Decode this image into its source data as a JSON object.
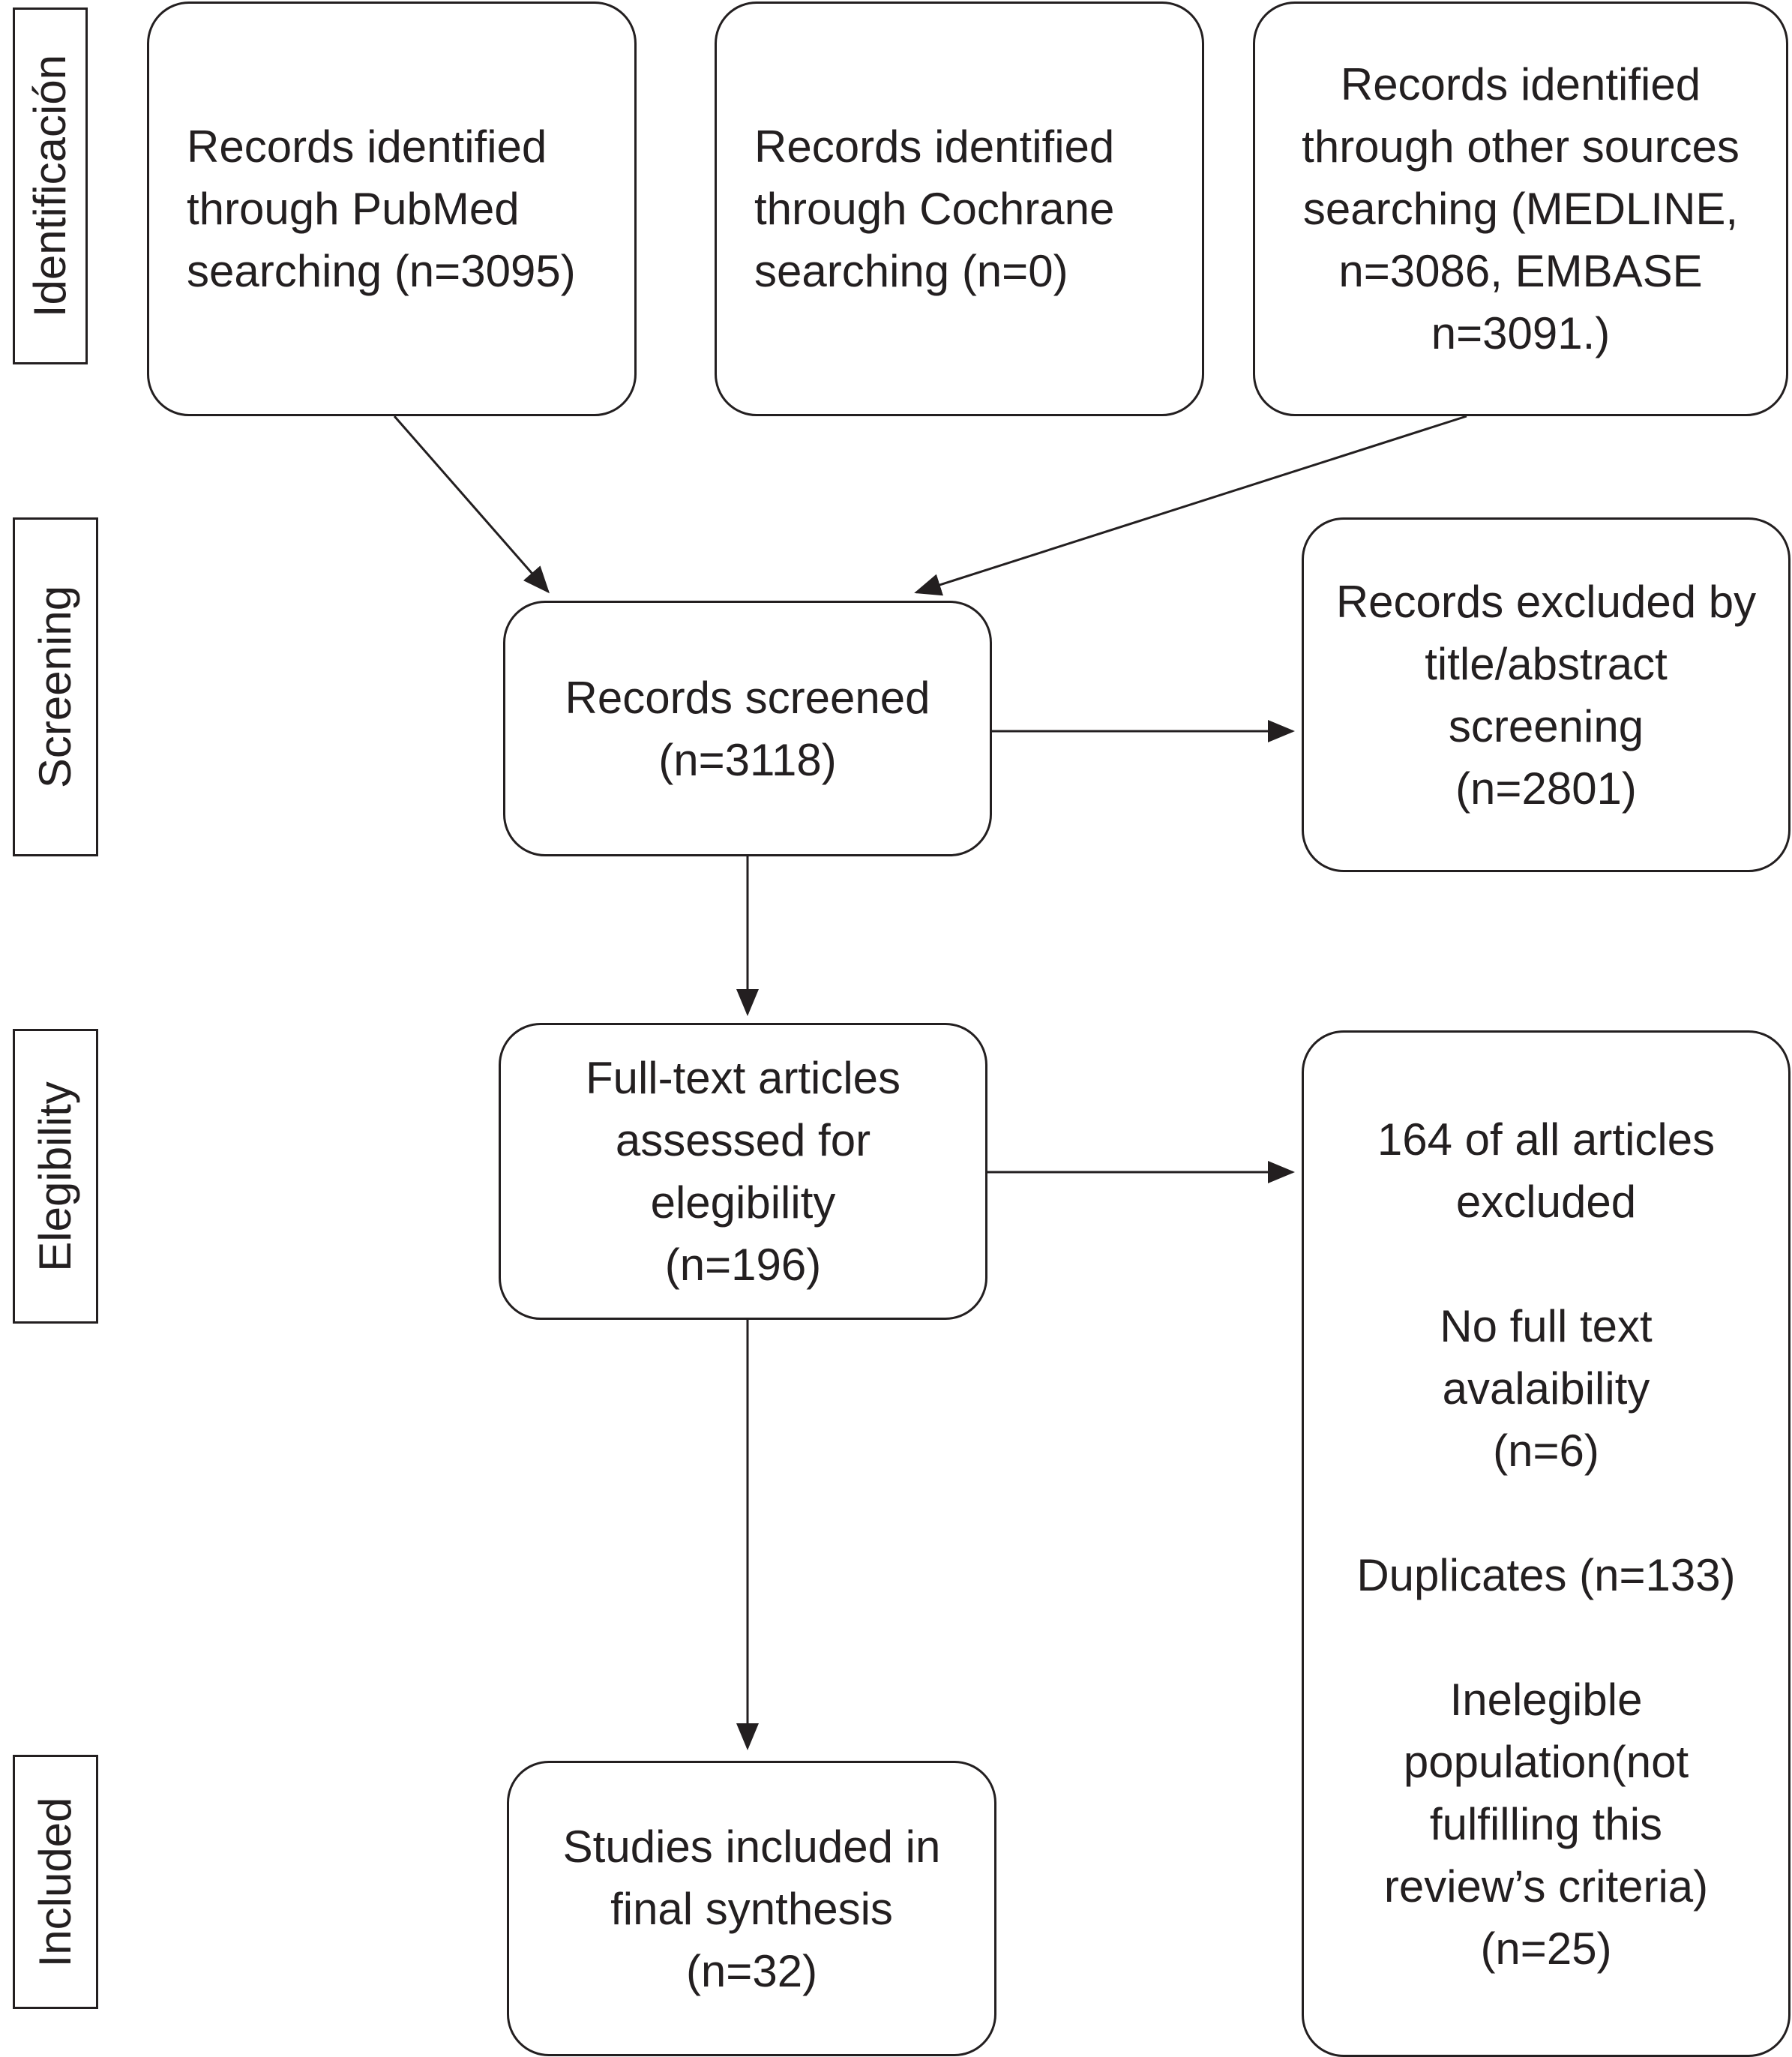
{
  "phases": {
    "identification": "Identificación",
    "screening": "Screening",
    "eligibility": "Elegibility",
    "included": "Included"
  },
  "boxes": {
    "pubmed": [
      "Records identified",
      "through PubMed",
      "searching (n=3095)"
    ],
    "cochrane": [
      "Records identified",
      "through Cochrane",
      "searching (n=0)"
    ],
    "other_sources": [
      "Records identified",
      "through other sources",
      "searching (MEDLINE,",
      "n=3086, EMBASE",
      "n=3091.)"
    ],
    "screened": [
      "Records screened",
      "(n=3118)"
    ],
    "excluded_title": [
      "Records excluded by",
      "title/abstract",
      "screening",
      "(n=2801)"
    ],
    "fulltext": [
      "Full-text articles",
      "assessed for",
      "elegibility",
      "(n=196)"
    ],
    "excluded_fulltext": {
      "summary": [
        "164 of all articles",
        "excluded"
      ],
      "no_full_text": [
        "No full text",
        "avalaibility",
        "(n=6)"
      ],
      "duplicates": [
        "Duplicates (n=133)"
      ],
      "ineligible": [
        "Inelegible",
        "population(not",
        "fulfilling this",
        "review’s criteria)",
        "(n=25)"
      ]
    },
    "included": [
      "Studies included in",
      "final synthesis",
      "(n=32)"
    ]
  }
}
